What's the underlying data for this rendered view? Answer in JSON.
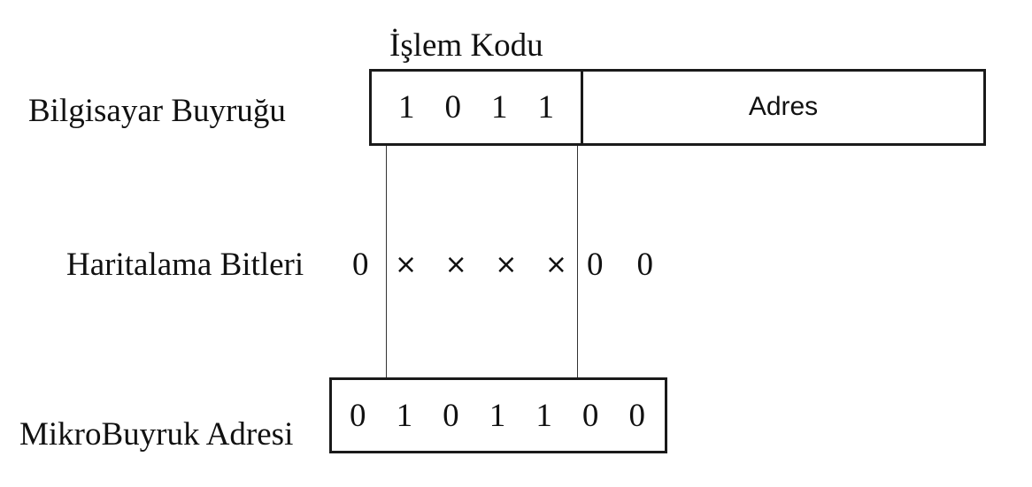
{
  "opcode_title": "İşlem Kodu",
  "computer_instruction": {
    "label": "Bilgisayar Buyruğu",
    "opcode_bits": [
      "1",
      "0",
      "1",
      "1"
    ],
    "address_label": "Adres"
  },
  "mapping_bits": {
    "label": "Haritalama Bitleri",
    "prefix": "0",
    "opcode_placeholders": [
      "×",
      "×",
      "×",
      "×"
    ],
    "suffix": [
      "0",
      "0"
    ]
  },
  "micro_address": {
    "label": "MikroBuyruk Adresi",
    "bits": [
      "0",
      "1",
      "0",
      "1",
      "1",
      "0",
      "0"
    ]
  }
}
